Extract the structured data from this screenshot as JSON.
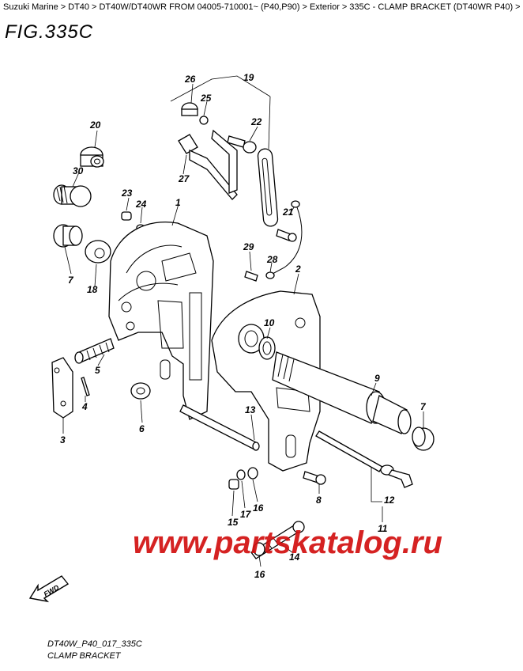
{
  "breadcrumb": [
    {
      "label": "Suzuki Marine"
    },
    {
      "label": "DT40"
    },
    {
      "label": "DT40W/DT40WR FROM 04005-710001~ (P40,P90)"
    },
    {
      "label": "Exterior"
    },
    {
      "label": "335C - CLAMP BRACKET (DT40WR P40)"
    }
  ],
  "breadcrumb_separator": ">",
  "figure": {
    "title": "FIG.335C"
  },
  "callouts": {
    "c1": "1",
    "c2": "2",
    "c3": "3",
    "c4": "4",
    "c5": "5",
    "c6": "6",
    "c7": "7",
    "c7b": "7",
    "c8": "8",
    "c9": "9",
    "c10": "10",
    "c11": "11",
    "c12": "12",
    "c13": "13",
    "c14": "14",
    "c15": "15",
    "c16": "16",
    "c16b": "16",
    "c17": "17",
    "c18": "18",
    "c19": "19",
    "c20": "20",
    "c21": "21",
    "c22": "22",
    "c23": "23",
    "c24": "24",
    "c25": "25",
    "c26": "26",
    "c27": "27",
    "c28": "28",
    "c29": "29",
    "c30": "30"
  },
  "watermark": {
    "text": "www.partskatalog.ru",
    "color": "#d21010"
  },
  "fwd_badge": {
    "label": "FWD"
  },
  "footer": {
    "code": "DT40W_P40_017_335C",
    "caption": "CLAMP BRACKET"
  }
}
